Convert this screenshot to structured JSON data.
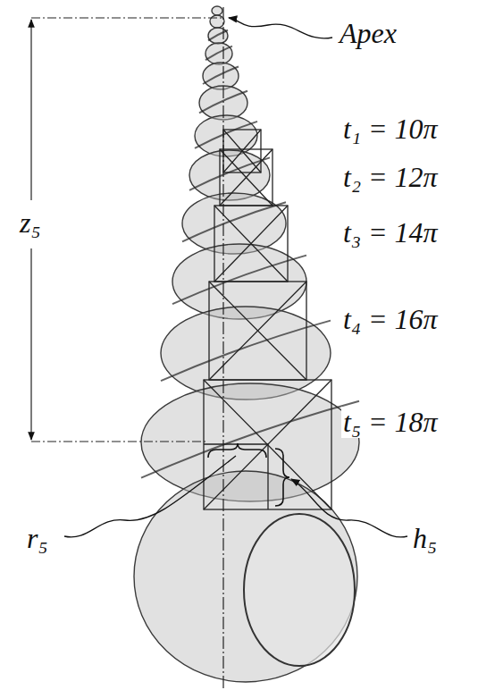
{
  "diagram": {
    "labels": [
      "Apex",
      "t₁ = 10π",
      "t₂ = 12π",
      "t₃ = 14π",
      "t₄ = 16π",
      "t₅ = 18π",
      "z₅",
      "r₅",
      "h₅"
    ]
  }
}
